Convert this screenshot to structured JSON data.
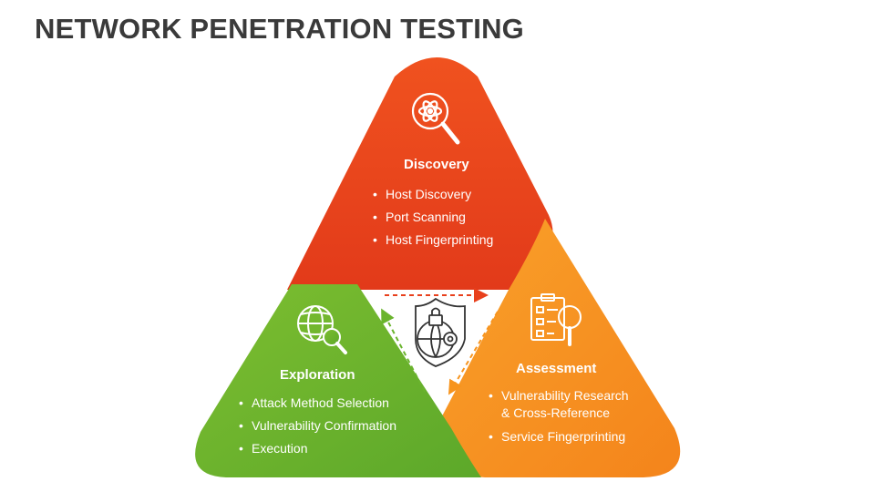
{
  "title": "NETWORK PENETRATION TESTING",
  "colors": {
    "discovery": "#e8401c",
    "assessment": "#f7941d",
    "exploration": "#6ab42d",
    "title": "#3a3a3a"
  },
  "sections": {
    "discovery": {
      "heading": "Discovery",
      "icon": "magnifier-atom-icon",
      "items": [
        "Host Discovery",
        "Port Scanning",
        "Host Fingerprinting"
      ]
    },
    "assessment": {
      "heading": "Assessment",
      "icon": "checklist-magnifier-icon",
      "items": [
        "Vulnerability Research\n& Cross-Reference",
        "Service Fingerprinting"
      ]
    },
    "exploration": {
      "heading": "Exploration",
      "icon": "globe-magnifier-icon",
      "items": [
        "Attack Method Selection",
        "Vulnerability Confirmation",
        "Execution"
      ]
    }
  },
  "center_icon": "shield-lock-globe-gear-icon"
}
